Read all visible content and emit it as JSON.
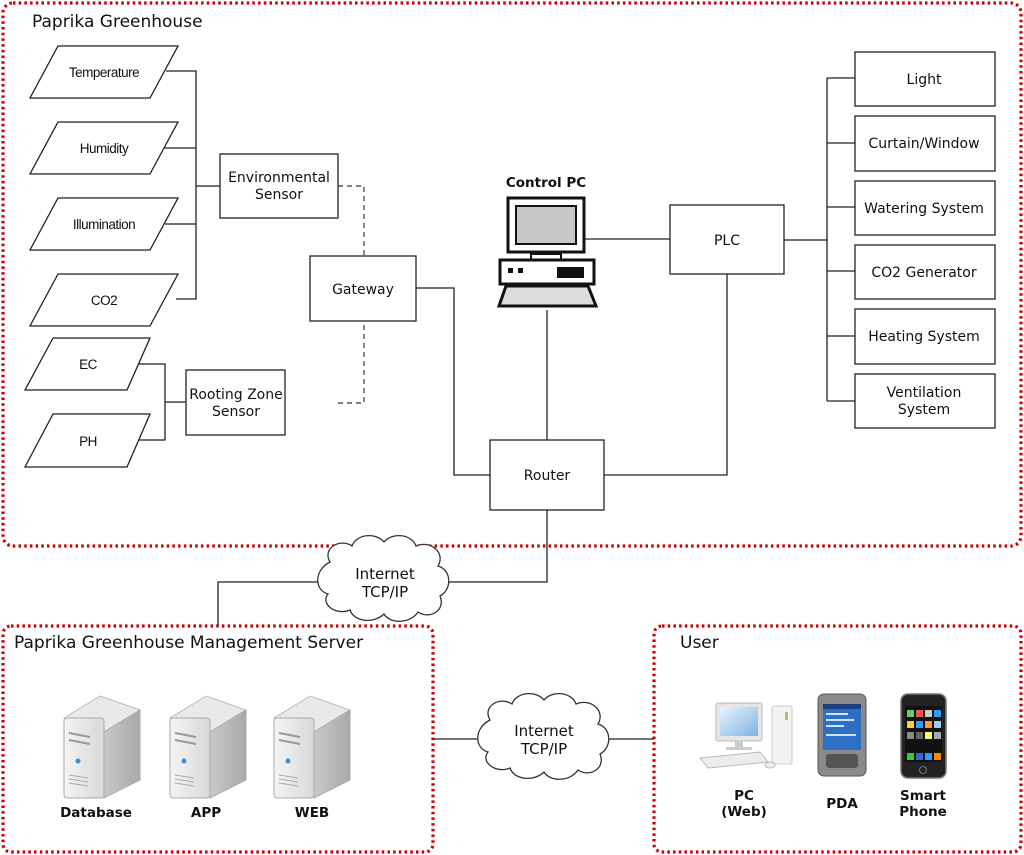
{
  "zones": {
    "greenhouse": "Paprika Greenhouse",
    "server": "Paprika Greenhouse Management Server",
    "user": "User"
  },
  "sensors": {
    "environmental": [
      "Temperature",
      "Humidity",
      "Illumination",
      "CO2"
    ],
    "rooting": [
      "EC",
      "PH"
    ]
  },
  "sensor_boxes": {
    "environmental": [
      "Environmental",
      "Sensor"
    ],
    "rooting": [
      "Rooting Zone",
      "Sensor"
    ]
  },
  "nodes": {
    "gateway": "Gateway",
    "control_pc": "Control PC",
    "plc": "PLC",
    "router": "Router"
  },
  "actuators": [
    [
      "Light"
    ],
    [
      "Curtain/Window"
    ],
    [
      "Watering System"
    ],
    [
      "CO2 Generator"
    ],
    [
      "Heating System"
    ],
    [
      "Ventilation",
      "System"
    ]
  ],
  "clouds": {
    "top": [
      "Internet",
      "TCP/IP"
    ],
    "bottom": [
      "Internet",
      "TCP/IP"
    ]
  },
  "servers": [
    "Database",
    "APP",
    "WEB"
  ],
  "user_devices": [
    [
      "PC",
      "(Web)"
    ],
    [
      "PDA"
    ],
    [
      "Smart",
      "Phone"
    ]
  ],
  "colors": {
    "zone_border": "#cc0000",
    "line": "#222222"
  }
}
